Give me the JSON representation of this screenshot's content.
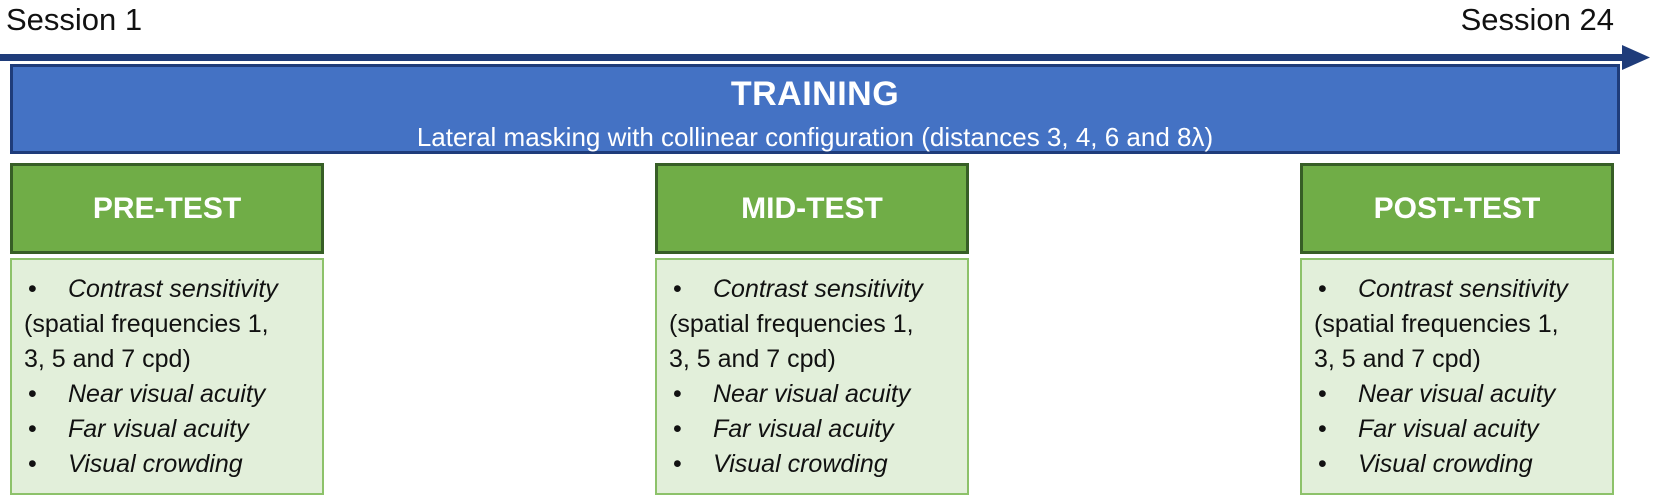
{
  "timeline": {
    "start_label": "Session 1",
    "end_label": "Session 24",
    "arrow_color": "#1f3c7a"
  },
  "training": {
    "title": "TRAINING",
    "subtitle": "Lateral masking with collinear configuration (distances 3, 4, 6 and 8λ)",
    "fill_color": "#4472c4"
  },
  "tests": [
    {
      "title": "PRE-TEST",
      "header_color": "#70ad47",
      "body_color": "#e2efda",
      "bullet": "•",
      "item1": "Contrast sensitivity",
      "item1_detail_a": "(spatial frequencies 1,",
      "item1_detail_b": "3, 5 and 7 cpd)",
      "item2": "Near visual acuity",
      "item3": "Far visual acuity",
      "item4": "Visual crowding"
    },
    {
      "title": "MID-TEST",
      "header_color": "#70ad47",
      "body_color": "#e2efda",
      "bullet": "•",
      "item1": "Contrast sensitivity",
      "item1_detail_a": "(spatial frequencies 1,",
      "item1_detail_b": "3, 5 and 7 cpd)",
      "item2": "Near visual acuity",
      "item3": "Far visual acuity",
      "item4": "Visual crowding"
    },
    {
      "title": "POST-TEST",
      "header_color": "#70ad47",
      "body_color": "#e2efda",
      "bullet": "•",
      "item1": "Contrast sensitivity",
      "item1_detail_a": "(spatial frequencies 1,",
      "item1_detail_b": "3, 5 and 7 cpd)",
      "item2": "Near visual acuity",
      "item3": "Far visual acuity",
      "item4": "Visual crowding"
    }
  ]
}
